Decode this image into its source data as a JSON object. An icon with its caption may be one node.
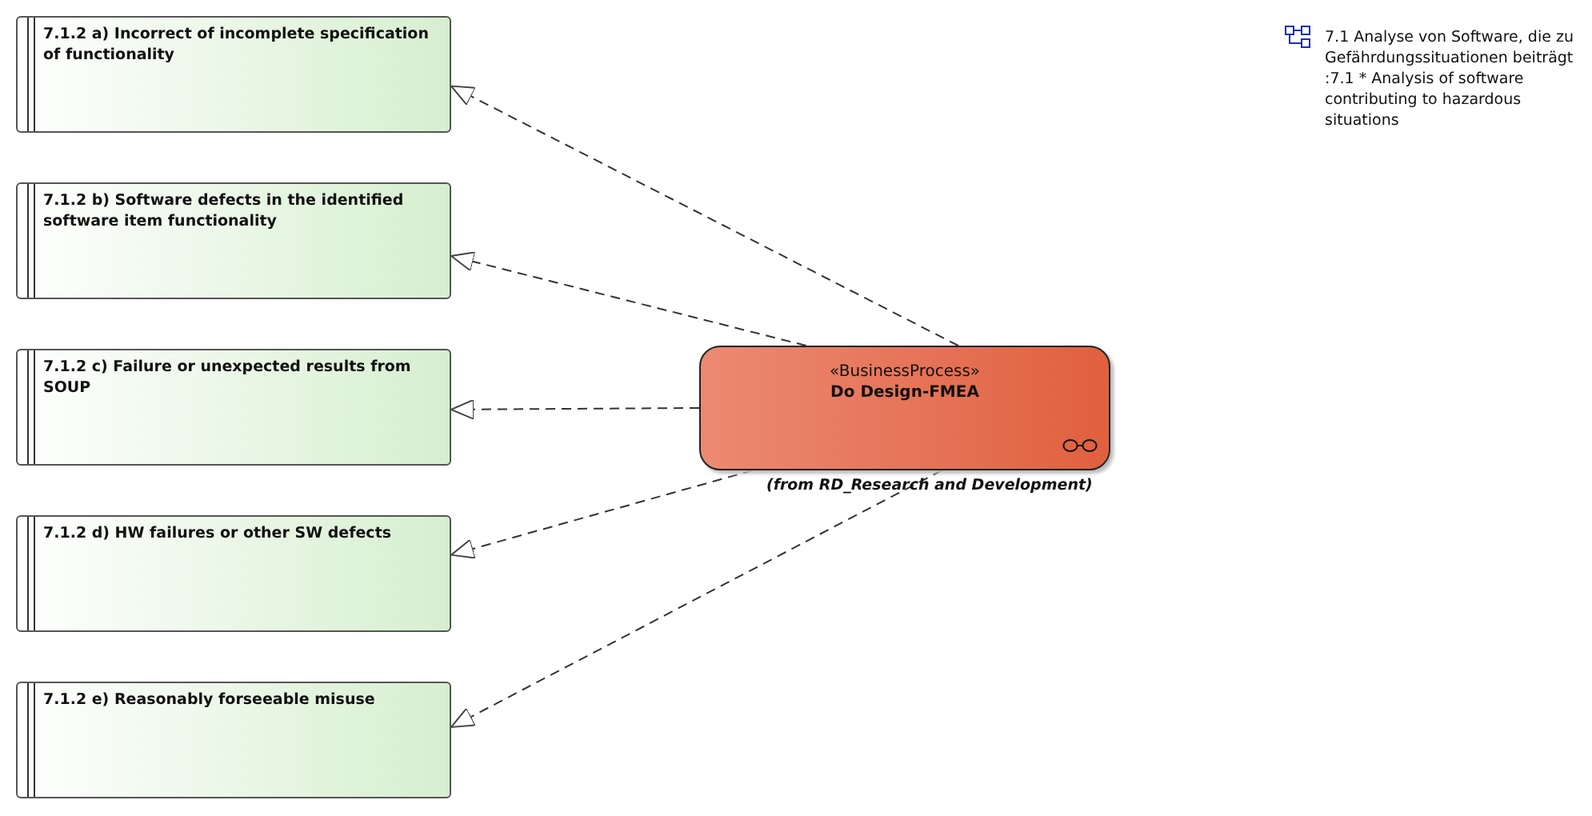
{
  "diagram": {
    "nodes": [
      {
        "text": [
          "7.1.2 a) Incorrect of incomplete specification of functionality"
        ]
      },
      {
        "text": [
          "7.1.2 b) Software defects in the identified software item functionality"
        ]
      },
      {
        "text": [
          "7.1.2 c) Failure or unexpected results from SOUP"
        ]
      },
      {
        "text": [
          "7.1.2 d) HW failures or other SW defects"
        ]
      },
      {
        "text": [
          "7.1.2 e) Reasonably forseeable misuse"
        ]
      },
      {
        "text": [
          "«BusinessProcess»",
          "Do Design-FMEA"
        ],
        "beside": [
          "(from RD_Research and Development)"
        ]
      }
    ],
    "edges": [
      {
        "from": 5,
        "to": 0,
        "arrow": "to",
        "style": "dashed"
      },
      {
        "from": 5,
        "to": 1,
        "arrow": "to",
        "style": "dashed"
      },
      {
        "from": 5,
        "to": 2,
        "arrow": "to",
        "style": "dashed"
      },
      {
        "from": 5,
        "to": 3,
        "arrow": "to",
        "style": "dashed"
      },
      {
        "from": 5,
        "to": 4,
        "arrow": "to",
        "style": "dashed"
      }
    ],
    "labels": [
      "7.1 Analyse von Software, die zu Gefährdungssituationen beiträgt :7.1 * Analysis of software contributing to hazardous situations"
    ]
  }
}
